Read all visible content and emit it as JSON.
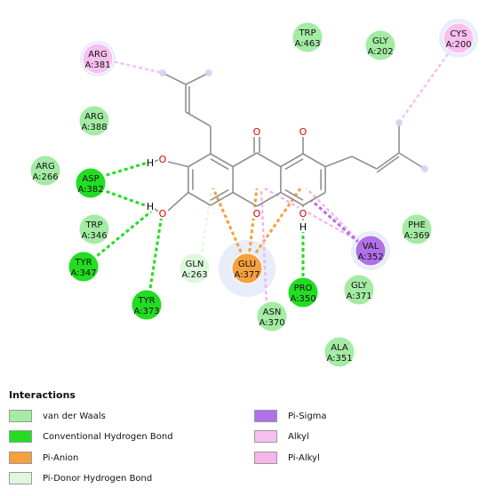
{
  "residues": [
    {
      "id": "ARG381",
      "name": "ARG",
      "num": "A:381",
      "type": "alkyl"
    },
    {
      "id": "TRP463",
      "name": "TRP",
      "num": "A:463",
      "type": "vdw"
    },
    {
      "id": "GLY202",
      "name": "GLY",
      "num": "A:202",
      "type": "vdw"
    },
    {
      "id": "CYS200",
      "name": "CYS",
      "num": "A:200",
      "type": "alkyl"
    },
    {
      "id": "ARG388",
      "name": "ARG",
      "num": "A:388",
      "type": "vdw"
    },
    {
      "id": "ARG266",
      "name": "ARG",
      "num": "A:266",
      "type": "vdw"
    },
    {
      "id": "ASP382",
      "name": "ASP",
      "num": "A:382",
      "type": "hbond"
    },
    {
      "id": "TRP346",
      "name": "TRP",
      "num": "A:346",
      "type": "vdw"
    },
    {
      "id": "TYR347",
      "name": "TYR",
      "num": "A:347",
      "type": "hbond"
    },
    {
      "id": "TYR373",
      "name": "TYR",
      "num": "A:373",
      "type": "hbond"
    },
    {
      "id": "GLN263",
      "name": "GLN",
      "num": "A:263",
      "type": "pidonor"
    },
    {
      "id": "GLU377",
      "name": "GLU",
      "num": "A:377",
      "type": "pianion"
    },
    {
      "id": "PRO350",
      "name": "PRO",
      "num": "A:350",
      "type": "hbond"
    },
    {
      "id": "ASN370",
      "name": "ASN",
      "num": "A:370",
      "type": "vdw"
    },
    {
      "id": "GLY371",
      "name": "GLY",
      "num": "A:371",
      "type": "vdw"
    },
    {
      "id": "VAL352",
      "name": "VAL",
      "num": "A:352",
      "type": "pisigma"
    },
    {
      "id": "PHE369",
      "name": "PHE",
      "num": "A:369",
      "type": "vdw"
    },
    {
      "id": "ALA351",
      "name": "ALA",
      "num": "A:351",
      "type": "vdw"
    }
  ],
  "atom_labels": {
    "oxygen": "O",
    "hydrogen": "H"
  },
  "colors": {
    "vdw": "#a4eba4",
    "hbond": "#22dd22",
    "pianion": "#f6a040",
    "pidonor": "#def8de",
    "pisigma": "#b070e8",
    "alkyl": "#f7c0f0",
    "pialkyl": "#f5b6ea",
    "oxygen": "#dd0000",
    "bond": "#909090"
  },
  "legend": {
    "title": "Interactions",
    "items": [
      {
        "label": "van der Waals",
        "color": "#a4eba4"
      },
      {
        "label": "Conventional Hydrogen Bond",
        "color": "#22dd22"
      },
      {
        "label": "Pi-Anion",
        "color": "#f6a040"
      },
      {
        "label": "Pi-Donor Hydrogen Bond",
        "color": "#def8de"
      },
      {
        "label": "Pi-Sigma",
        "color": "#b070e8"
      },
      {
        "label": "Alkyl",
        "color": "#f7c0f0"
      },
      {
        "label": "Pi-Alkyl",
        "color": "#f5b6ea"
      }
    ]
  }
}
